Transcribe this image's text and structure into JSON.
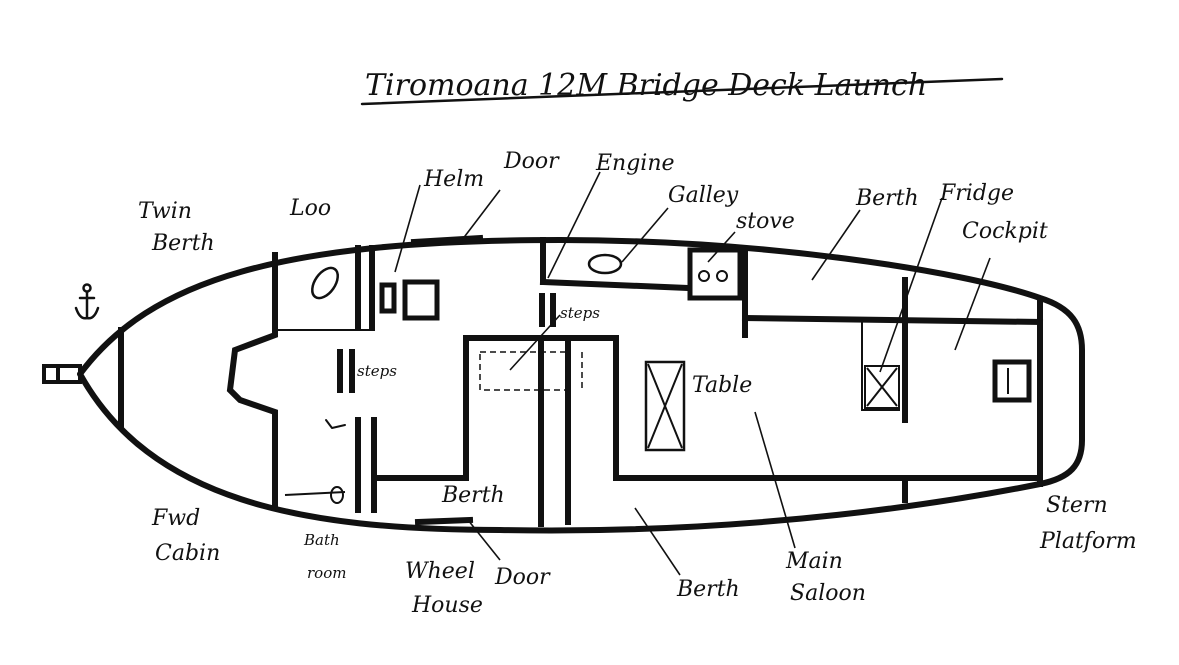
{
  "title": "Tiromoana 12M Bridge Deck Launch",
  "labels": {
    "twin": "Twin",
    "berth_word": "Berth",
    "loo": "Loo",
    "helm": "Helm",
    "door": "Door",
    "engine": "Engine",
    "galley": "Galley",
    "stove": "stove",
    "berth_top": "Berth",
    "fridge": "Fridge",
    "cockpit": "Cockpit",
    "steps_1": "steps",
    "steps_2": "steps",
    "table": "Table",
    "berth_lower": "Berth",
    "fwd": "Fwd",
    "cabin": "Cabin",
    "bath": "Bath",
    "room": "room",
    "wheel": "Wheel",
    "house": "House",
    "door_lower": "Door",
    "berth_bottom": "Berth",
    "main": "Main",
    "saloon": "Saloon",
    "stern": "Stern",
    "platform": "Platform"
  },
  "icons": {
    "anchor": "anchor-icon"
  }
}
